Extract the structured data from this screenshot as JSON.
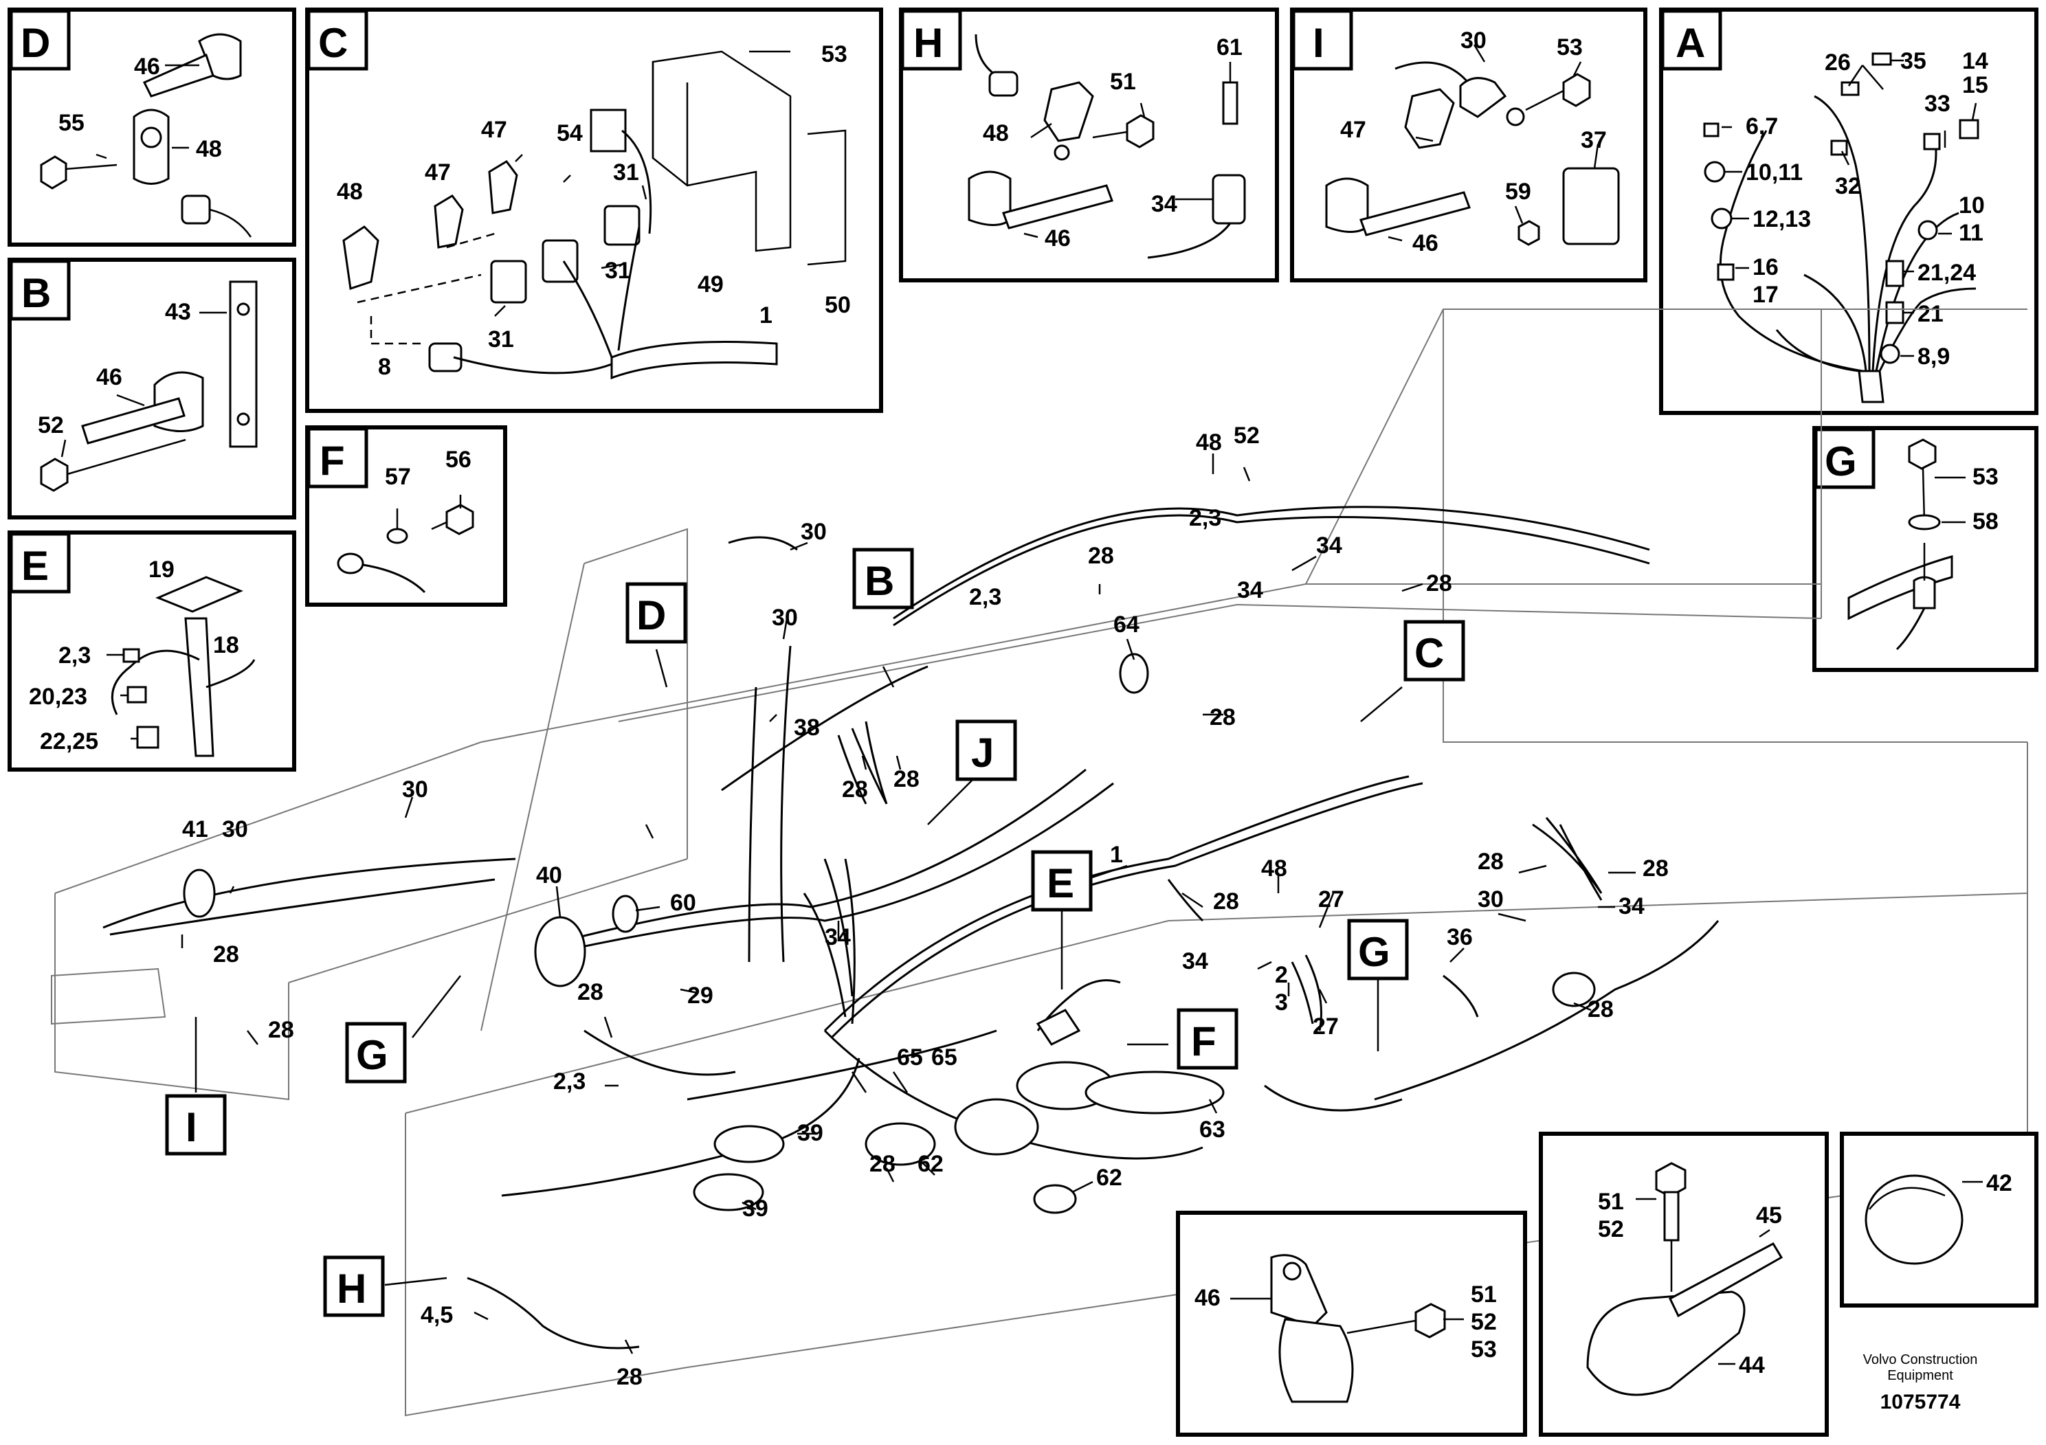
{
  "insets": {
    "D": {
      "letter": "D",
      "labels": [
        "46",
        "55",
        "48"
      ]
    },
    "C": {
      "letter": "C",
      "labels": [
        "53",
        "47",
        "54",
        "31",
        "48",
        "47",
        "31",
        "49",
        "50",
        "31",
        "1",
        "8"
      ]
    },
    "H": {
      "letter": "H",
      "labels": [
        "61",
        "51",
        "48",
        "34",
        "46"
      ]
    },
    "I": {
      "letter": "I",
      "labels": [
        "30",
        "53",
        "47",
        "37",
        "59",
        "46"
      ]
    },
    "A": {
      "letter": "A",
      "labels": [
        "26",
        "35",
        "14",
        "15",
        "6,7",
        "33",
        "10,11",
        "32",
        "12,13",
        "10",
        "11",
        "16",
        "17",
        "21,24",
        "21",
        "8,9"
      ]
    },
    "B": {
      "letter": "B",
      "labels": [
        "43",
        "46",
        "52"
      ]
    },
    "F": {
      "letter": "F",
      "labels": [
        "57",
        "56"
      ]
    },
    "G": {
      "letter": "G",
      "labels": [
        "53",
        "58"
      ]
    },
    "E": {
      "letter": "E",
      "labels": [
        "19",
        "18",
        "2,3",
        "20,23",
        "22,25"
      ]
    }
  },
  "main": {
    "callouts": [
      "B",
      "D",
      "J",
      "C",
      "E",
      "G",
      "F",
      "G",
      "I",
      "H"
    ],
    "labels": [
      "48",
      "52",
      "30",
      "28",
      "2,3",
      "34",
      "34",
      "28",
      "30",
      "2,3",
      "64",
      "38",
      "28",
      "28",
      "28",
      "30",
      "41",
      "30",
      "28",
      "28",
      "40",
      "60",
      "34",
      "1",
      "28",
      "48",
      "27",
      "28",
      "28",
      "30",
      "34",
      "36",
      "34",
      "2",
      "3",
      "27",
      "29",
      "28",
      "2,3",
      "65",
      "65",
      "39",
      "28",
      "28",
      "62",
      "39",
      "62",
      "63",
      "4,5",
      "28"
    ]
  },
  "details": {
    "clamp": {
      "labels": [
        "46",
        "51",
        "52",
        "53"
      ]
    },
    "strap": {
      "labels": [
        "51",
        "52",
        "45",
        "44"
      ]
    },
    "plug": {
      "labels": [
        "42"
      ]
    }
  },
  "footer": {
    "brand_line1": "Volvo Construction",
    "brand_line2": "Equipment",
    "doc_number": "1075774"
  }
}
